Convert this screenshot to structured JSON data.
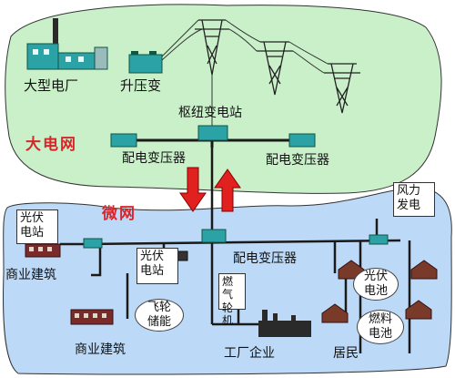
{
  "colors": {
    "grid_region": "#c9f0c9",
    "microgrid_region": "#bcd9f7",
    "bus_line": "#1a1a1a",
    "equipment": "#2aa2a6",
    "arrows": "#e0211f",
    "accent_text": "#d9262a"
  },
  "labels": {
    "power_plant": "大型电厂",
    "step_up": "升压变",
    "hub_station": "枢纽变电站",
    "transformer_left": "配电变压器",
    "transformer_right": "配电变压器",
    "big_grid": "大电网",
    "micro_grid": "微网",
    "solar_station_1": "光伏电站",
    "commercial_1": "商业建筑",
    "solar_station_2": "光伏电站",
    "micro_transformer": "配电变压器",
    "wind_power": "风力发电",
    "gas_turbine": "燃气轮机",
    "flywheel": "飞轮储能",
    "commercial_2": "商业建筑",
    "factory": "工厂企业",
    "residents": "居民",
    "pv_battery": "光伏电池",
    "fuel_cell": "燃料电池"
  }
}
